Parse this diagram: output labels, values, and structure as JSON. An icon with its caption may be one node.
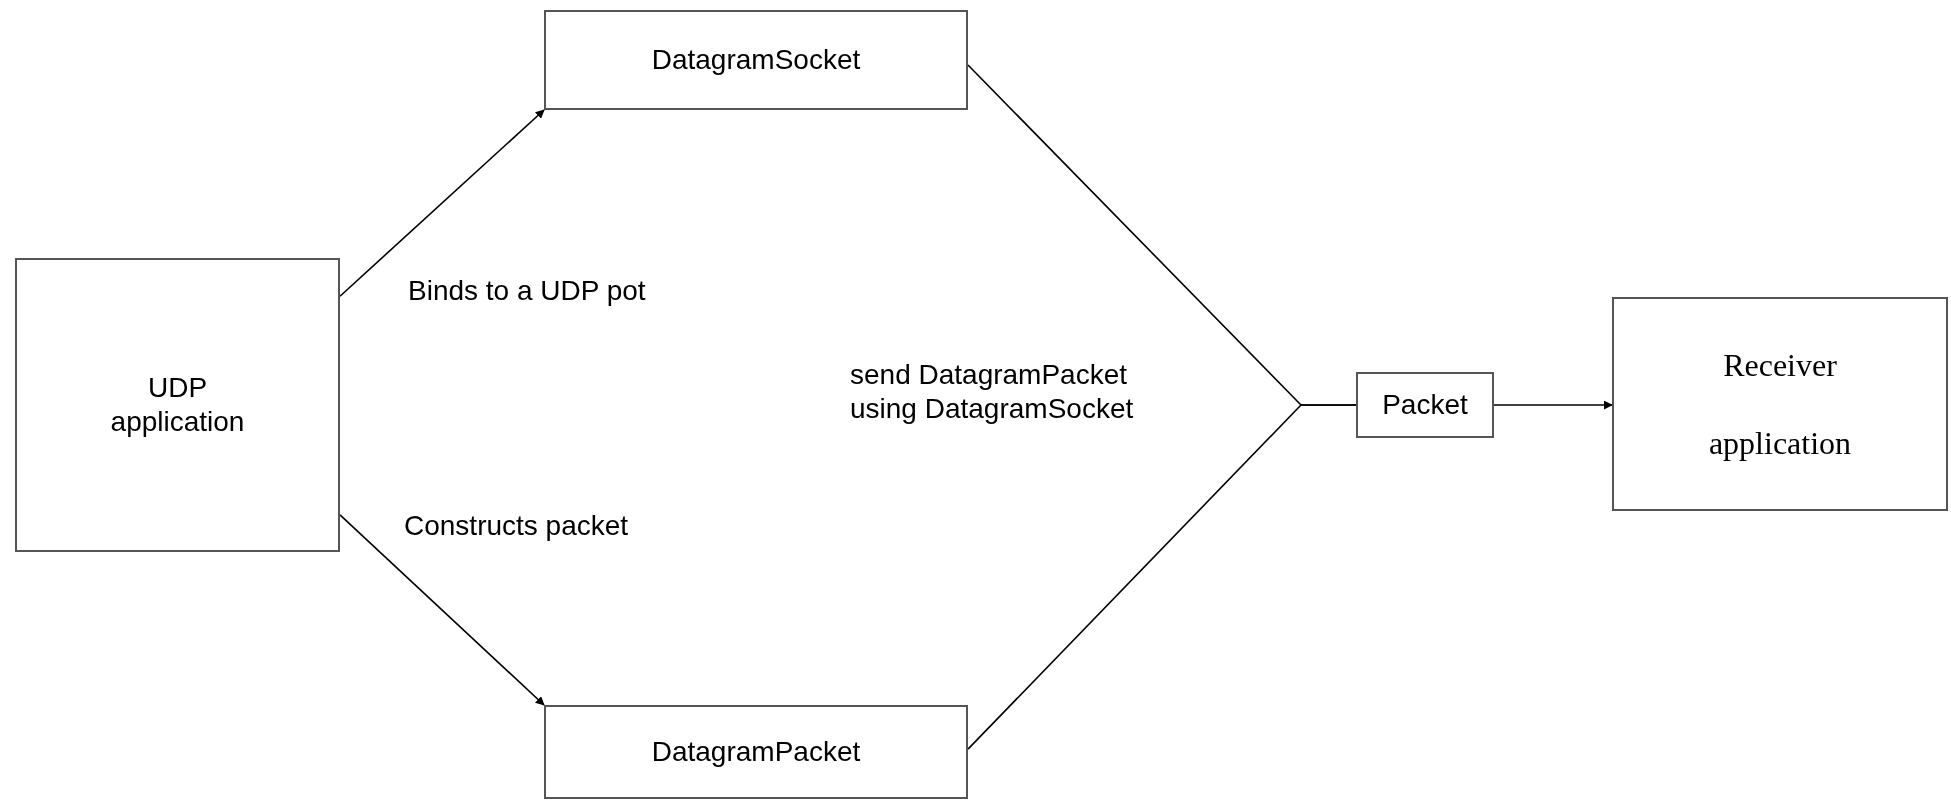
{
  "diagram": {
    "nodes": [
      {
        "text": [
          "UDP application"
        ]
      },
      {
        "text": [
          "DatagramSocket"
        ]
      },
      {
        "text": [
          "DatagramPacket"
        ]
      },
      {
        "text": [
          "Packet"
        ]
      },
      {
        "text": [
          "Receiver application"
        ]
      }
    ],
    "edges": [
      {
        "from": 0,
        "to": 1,
        "arrow": "to",
        "label": "Binds to a UDP pot"
      },
      {
        "from": 0,
        "to": 2,
        "arrow": "to",
        "label": "Constructs packet"
      },
      {
        "from": 1,
        "to": 3,
        "arrow": "none"
      },
      {
        "from": 2,
        "to": 3,
        "arrow": "none"
      },
      {
        "from": 3,
        "to": 4,
        "arrow": "to"
      }
    ],
    "labels": [
      "send DatagramPacket using DatagramSocket"
    ]
  }
}
